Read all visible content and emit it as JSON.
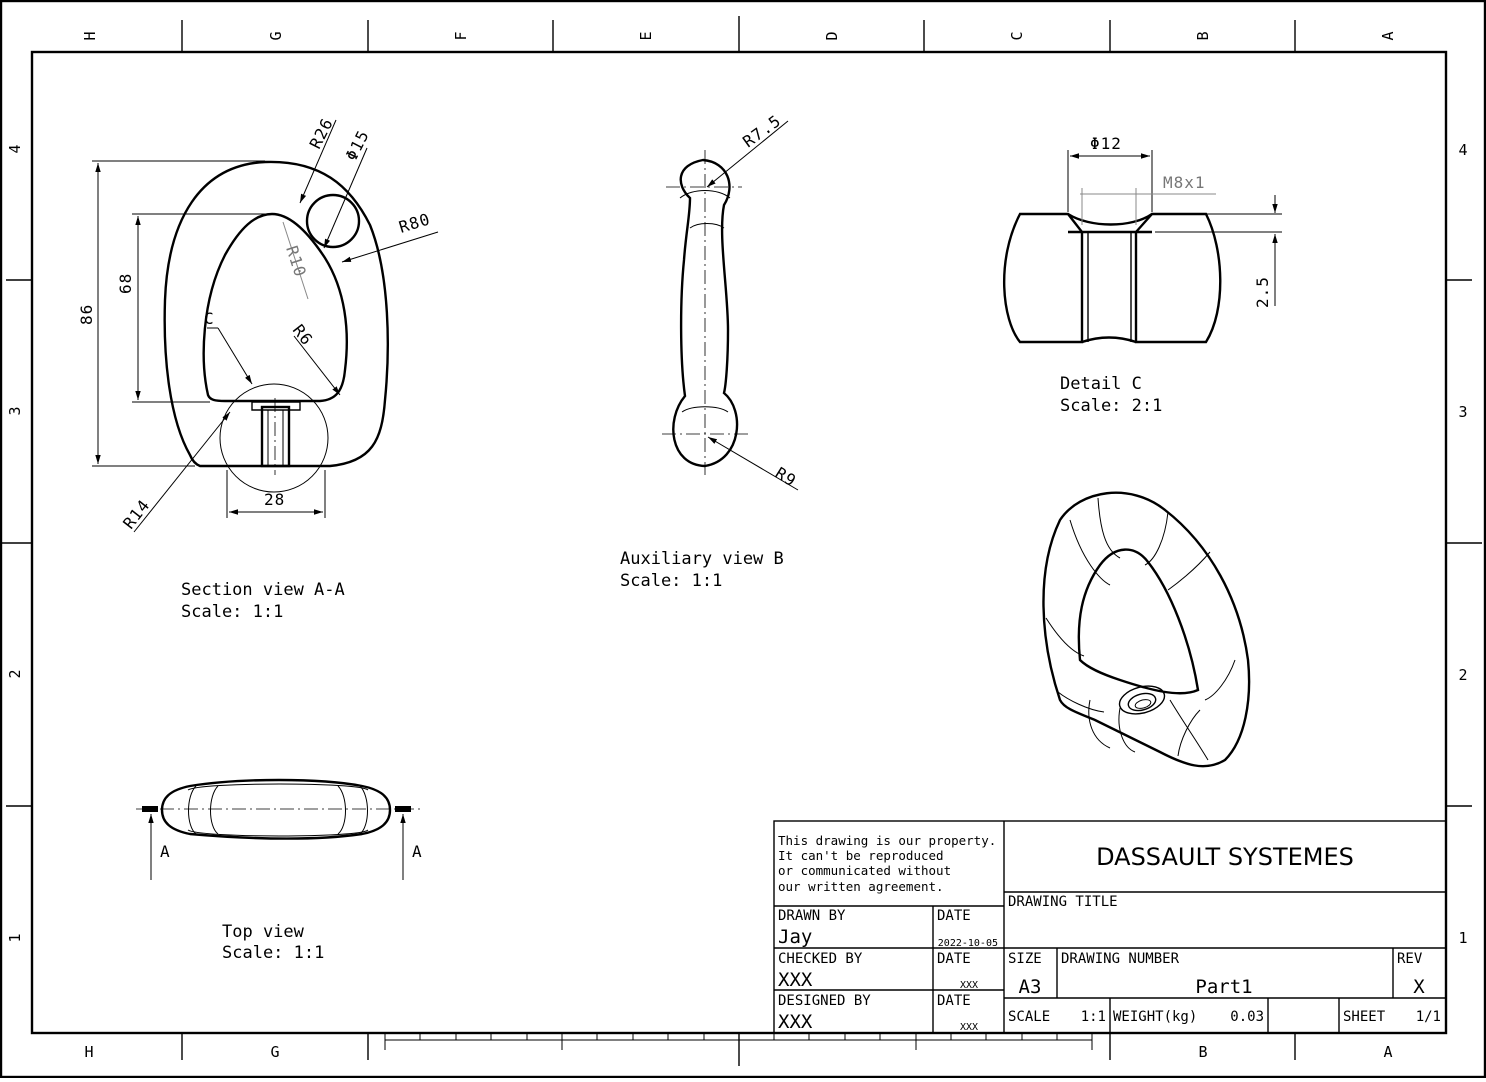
{
  "zones": {
    "columns": [
      "H",
      "G",
      "F",
      "E",
      "D",
      "C",
      "B",
      "A"
    ],
    "bottom_columns": [
      "H",
      "G",
      "B",
      "A"
    ],
    "rows": [
      "4",
      "3",
      "2",
      "1"
    ]
  },
  "views": {
    "section": {
      "caption": "Section view A-A",
      "scale": "Scale:  1:1",
      "dims": {
        "r26": "R26",
        "d15": "Φ15",
        "r80": "R80",
        "r10": "R10",
        "c": "C",
        "r6": "R6",
        "v86": "86",
        "v68": "68",
        "r14": "R14",
        "w28": "28"
      }
    },
    "aux": {
      "caption": "Auxiliary view B",
      "scale": "Scale:  1:1",
      "dims": {
        "r75": "R7.5",
        "r9": "R9"
      }
    },
    "detail": {
      "caption": "Detail C",
      "scale": "Scale:  2:1",
      "dims": {
        "d12": "Φ12",
        "m8": "M8x1",
        "d25": "2.5"
      }
    },
    "top": {
      "caption": "Top view",
      "scale": "Scale:  1:1",
      "arrow_left": "A",
      "arrow_right": "A"
    }
  },
  "title_block": {
    "notice": [
      "This drawing is our property.",
      "It can't be reproduced",
      "or communicated without",
      "our written agreement."
    ],
    "company": "DASSAULT SYSTEMES",
    "drawing_title_label": "DRAWING TITLE",
    "drawn_by_label": "DRAWN BY",
    "drawn_by": "Jay",
    "date_label": "DATE",
    "drawn_date": "2022-10-05",
    "checked_by_label": "CHECKED BY",
    "checked_by": "XXX",
    "checked_date": "XXX",
    "designed_by_label": "DESIGNED BY",
    "designed_by": "XXX",
    "designed_date": "XXX",
    "size_label": "SIZE",
    "size": "A3",
    "drawing_number_label": "DRAWING NUMBER",
    "drawing_number": "Part1",
    "rev_label": "REV",
    "rev": "X",
    "scale_label": "SCALE",
    "scale": "1:1",
    "weight_label": "WEIGHT(kg)",
    "weight": "0.03",
    "sheet_label": "SHEET",
    "sheet": "1/1"
  }
}
